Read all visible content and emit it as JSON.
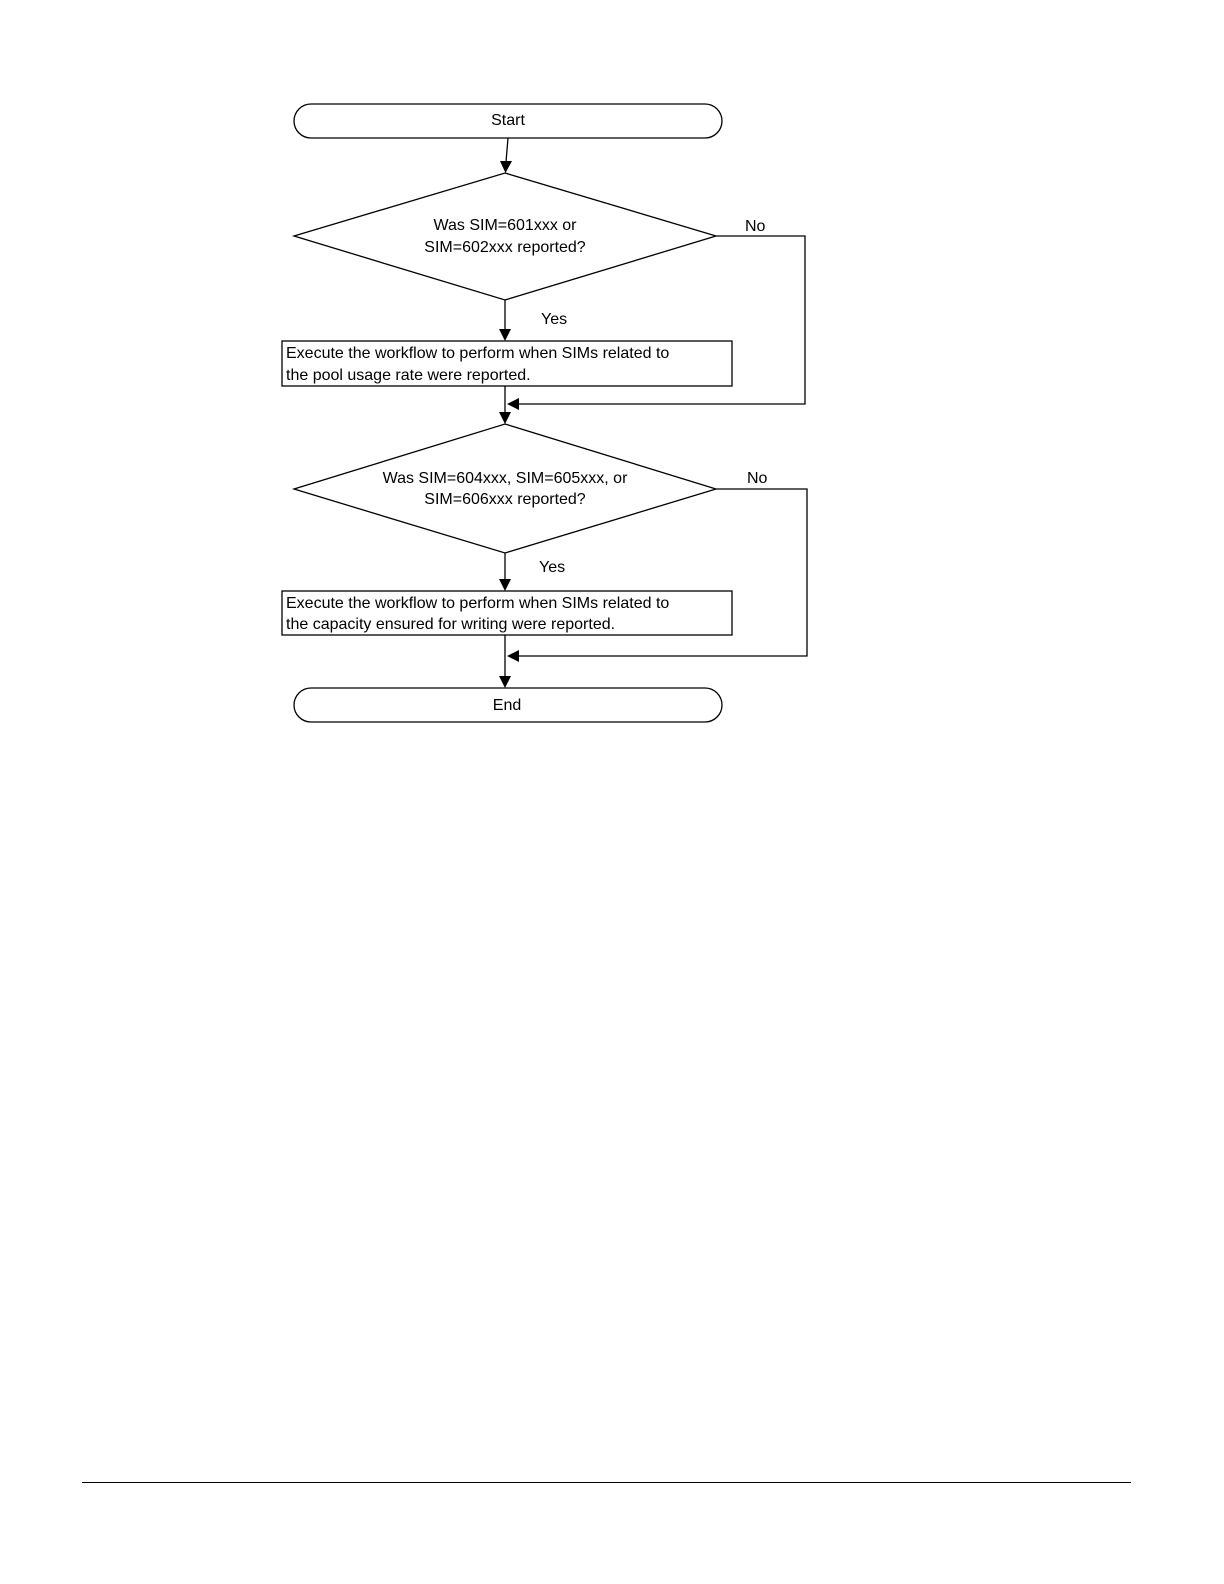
{
  "flowchart": {
    "start": "Start",
    "decision1": {
      "line1": "Was SIM=601xxx or",
      "line2": "SIM=602xxx reported?",
      "yes": "Yes",
      "no": "No"
    },
    "process1": {
      "line1": "Execute the workflow to perform when SIMs related to",
      "line2": "the pool usage rate were reported."
    },
    "decision2": {
      "line1": "Was SIM=604xxx, SIM=605xxx, or",
      "line2": "SIM=606xxx reported?",
      "yes": "Yes",
      "no": "No"
    },
    "process2": {
      "line1": "Execute the workflow to perform when SIMs related to",
      "line2": "the capacity ensured for writing were reported."
    },
    "end": "End"
  }
}
